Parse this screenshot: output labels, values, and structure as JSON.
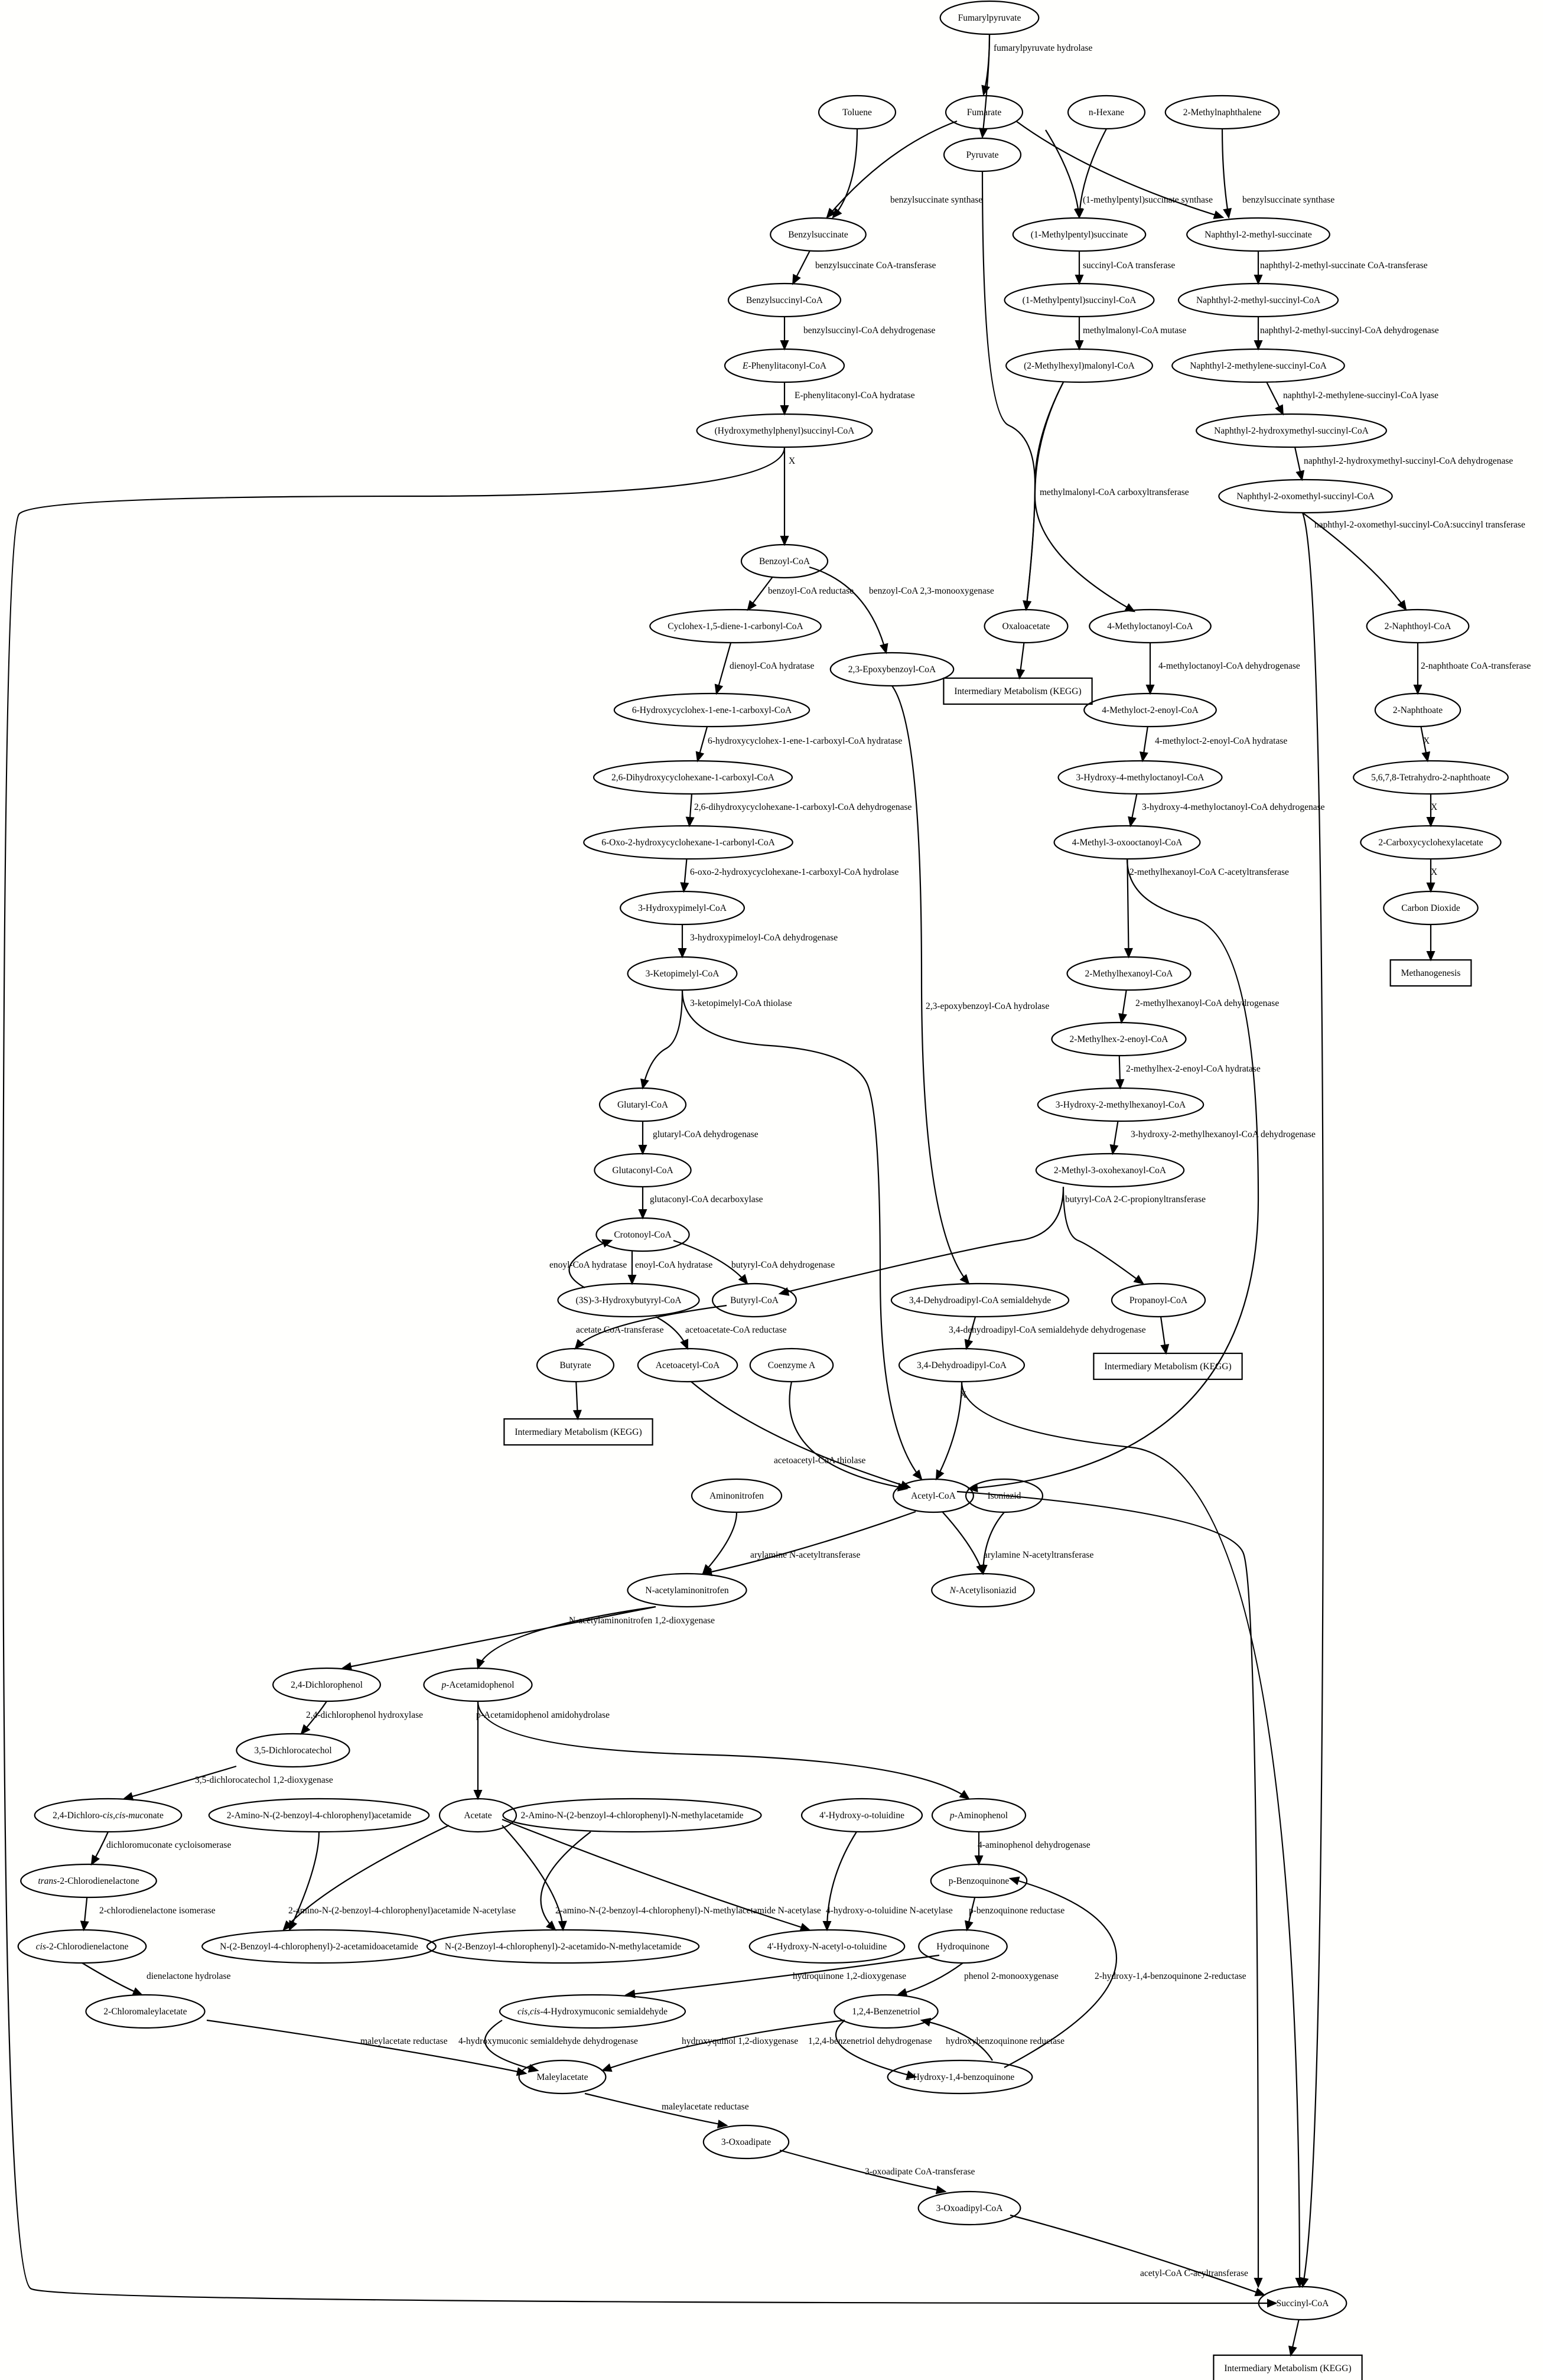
{
  "nodes": {
    "fumarylpyruvate": "Fumarylpyruvate",
    "fumarate": "Fumarate",
    "pyruvate": "Pyruvate",
    "toluene": "Toluene",
    "nhexane": "n-Hexane",
    "methylnaphthalene": "2-Methylnaphthalene",
    "benzylsuccinate": "Benzylsuccinate",
    "methylpentylsuccinate": "(1-Methylpentyl)succinate",
    "naphthylmethylsuccinate": "Naphthyl-2-methyl-succinate",
    "benzylsuccinylcoa": "Benzylsuccinyl-CoA",
    "methylpentylsuccinylcoa": "(1-Methylpentyl)succinyl-CoA",
    "naphthylmethylsuccinylcoa": "Naphthyl-2-methyl-succinyl-CoA",
    "phenylitaconylcoa": "E-Phenylitaconyl-CoA",
    "methylhexylmalonylcoa": "(2-Methylhexyl)malonyl-CoA",
    "naphthylmethylenesuccinylcoa": "Naphthyl-2-methylene-succinyl-CoA",
    "hydroxymethylphenylsuccinylcoa": "(Hydroxymethylphenyl)succinyl-CoA",
    "naphthylhydroxymethylsuccinylcoa": "Naphthyl-2-hydroxymethyl-succinyl-CoA",
    "naphthyloxomethylsuccinylcoa": "Naphthyl-2-oxomethyl-succinyl-CoA",
    "benzoylcoa": "Benzoyl-CoA",
    "cyclohexdienecoa": "Cyclohex-1,5-diene-1-carbonyl-CoA",
    "epoxybenzoylcoa": "2,3-Epoxybenzoyl-CoA",
    "oxaloacetate": "Oxaloacetate",
    "methyloctanoylcoa": "4-Methyloctanoyl-CoA",
    "naphthoylcoa": "2-Naphthoyl-CoA",
    "intermed1": "Intermediary Metabolism (KEGG)",
    "hydroxycyclohexenecoa": "6-Hydroxycyclohex-1-ene-1-carboxyl-CoA",
    "methyloctenoylcoa": "4-Methyloct-2-enoyl-CoA",
    "naphthoate": "2-Naphthoate",
    "dihydroxycyclohexanecoa": "2,6-Dihydroxycyclohexane-1-carboxyl-CoA",
    "hydroxymethyloctanoylcoa": "3-Hydroxy-4-methyloctanoyl-CoA",
    "tetrahydronaphthoate": "5,6,7,8-Tetrahydro-2-naphthoate",
    "oxohydroxycyclohexanecoa": "6-Oxo-2-hydroxycyclohexane-1-carbonyl-CoA",
    "methyloxooctanoylcoa": "4-Methyl-3-oxooctanoyl-CoA",
    "carboxycyclohexylacetate": "2-Carboxycyclohexylacetate",
    "hydroxypimelylcoa": "3-Hydroxypimelyl-CoA",
    "co2": "Carbon Dioxide",
    "ketopimelylcoa": "3-Ketopimelyl-CoA",
    "methanogenesis": "Methanogenesis",
    "methylhexanoylcoa": "2-Methylhexanoyl-CoA",
    "methylhexenoylcoa": "2-Methylhex-2-enoyl-CoA",
    "glutarylcoa": "Glutaryl-CoA",
    "hydroxymethylhexanoylcoa": "3-Hydroxy-2-methylhexanoyl-CoA",
    "glutaconylcoa": "Glutaconyl-CoA",
    "methyloxohexanoylcoa": "2-Methyl-3-oxohexanoyl-CoA",
    "crotonoylcoa": "Crotonoyl-CoA",
    "hydroxybutyrylcoa": "(3S)-3-Hydroxybutyryl-CoA",
    "butyrylcoa": "Butyryl-CoA",
    "dehydroadipylsemialdehyde": "3,4-Dehydroadipyl-CoA semialdehyde",
    "propanoylcoa": "Propanoyl-CoA",
    "butyrate": "Butyrate",
    "acetoacetylcoa": "Acetoacetyl-CoA",
    "coenzymea": "Coenzyme A",
    "dehydroadipylcoa": "3,4-Dehydroadipyl-CoA",
    "intermed3": "Intermediary Metabolism (KEGG)",
    "intermed2": "Intermediary Metabolism (KEGG)",
    "aminonitrofen": "Aminonitrofen",
    "acetylcoa": "Acetyl-CoA",
    "isoniazid": "Isoniazid",
    "acetylaminonitrofen": "N-acetylaminonitrofen",
    "acetylisoniazid": "N-Acetylisoniazid",
    "dichlorophenol": "2,4-Dichlorophenol",
    "acetamidophenol": "p-Acetamidophenol",
    "dichlorocatechol": "3,5-Dichlorocatechol",
    "dichloromuconate": "2,4-Dichloro-cis,cis-muconate",
    "aminobenzoylacetamide": "2-Amino-N-(2-benzoyl-4-chlorophenyl)acetamide",
    "acetate": "Acetate",
    "aminobenzoylmethylacetamide": "2-Amino-N-(2-benzoyl-4-chlorophenyl)-N-methylacetamide",
    "hydroxytoluidine": "4'-Hydroxy-o-toluidine",
    "aminophenol": "p-Aminophenol",
    "transchlorodienelactone": "trans-2-Chlorodienelactone",
    "benzoquinone": "p-Benzoquinone",
    "cischlorodienelactone": "cis-2-Chlorodienelactone",
    "acetamidoacetamide": "N-(2-Benzoyl-4-chlorophenyl)-2-acetamidoacetamide",
    "acetamidomethylacetamide": "N-(2-Benzoyl-4-chlorophenyl)-2-acetamido-N-methylacetamide",
    "hydroxyacetyltoluidine": "4'-Hydroxy-N-acetyl-o-toluidine",
    "hydroquinone": "Hydroquinone",
    "chloromaleylacetate": "2-Chloromaleylacetate",
    "hydroxymuconicsemialdehyde": "cis,cis-4-Hydroxymuconic semialdehyde",
    "benzenetriol": "1,2,4-Benzenetriol",
    "maleylacetate": "Maleylacetate",
    "hydroxybenzoquinone": "2-Hydroxy-1,4-benzoquinone",
    "oxoadipate": "3-Oxoadipate",
    "oxoadipylcoa": "3-Oxoadipyl-CoA",
    "succinylcoa": "Succinyl-CoA",
    "intermed4": "Intermediary Metabolism (KEGG)"
  },
  "edge_labels": {
    "fumarylpyruvate_hydrolase": "fumarylpyruvate hydrolase",
    "benzylsuccinate_synthase_1": "benzylsuccinate synthase",
    "methylpentylsuccinate_synthase": "(1-methylpentyl)succinate synthase",
    "benzylsuccinate_synthase_2": "benzylsuccinate synthase",
    "benzylsuccinate_coa_transferase": "benzylsuccinate CoA-transferase",
    "succinyl_coa_transferase": "succinyl-CoA transferase",
    "naphthylmethylsuccinate_coa_transferase": "naphthyl-2-methyl-succinate CoA-transferase",
    "benzylsuccinyl_coa_dehydrogenase": "benzylsuccinyl-CoA dehydrogenase",
    "methylmalonyl_coa_mutase": "methylmalonyl-CoA mutase",
    "naphthylmethylsuccinyl_coa_dehydrogenase": "naphthyl-2-methyl-succinyl-CoA dehydrogenase",
    "phenylitaconyl_coa_hydratase": "E-phenylitaconyl-CoA hydratase",
    "naphthylmethylenesuccinyl_coa_lyase": "naphthyl-2-methylene-succinyl-CoA lyase",
    "x_1": "X",
    "naphthylhydroxymethylsuccinyl_coa_dehydrogenase": "naphthyl-2-hydroxymethyl-succinyl-CoA dehydrogenase",
    "methylmalonyl_coa_carboxyltransferase": "methylmalonyl-CoA carboxyltransferase",
    "naphthyloxomethylsuccinyl_coa_transferase": "naphthyl-2-oxomethyl-succinyl-CoA:succinyl transferase",
    "benzoyl_coa_reductase": "benzoyl-CoA reductase",
    "benzoyl_coa_monooxygenase": "benzoyl-CoA 2,3-monooxygenase",
    "dienoyl_coa_hydratase": "dienoyl-CoA hydratase",
    "methyloctanoyl_coa_dehydrogenase": "4-methyloctanoyl-CoA dehydrogenase",
    "naphthoate_coa_transferase": "2-naphthoate CoA-transferase",
    "hydroxycyclohexene_coa_hydratase": "6-hydroxycyclohex-1-ene-1-carboxyl-CoA hydratase",
    "methyloctenoyl_coa_hydratase": "4-methyloct-2-enoyl-CoA hydratase",
    "x_2": "X",
    "dihydroxycyclohexane_coa_dehydrogenase": "2,6-dihydroxycyclohexane-1-carboxyl-CoA dehydrogenase",
    "hydroxymethyloctanoyl_coa_dehydrogenase": "3-hydroxy-4-methyloctanoyl-CoA dehydrogenase",
    "x_3": "X",
    "oxohydroxycyclohexane_coa_hydrolase": "6-oxo-2-hydroxycyclohexane-1-carboxyl-CoA hydrolase",
    "methylhexanoyl_coa_acetyltransferase": "2-methylhexanoyl-CoA C-acetyltransferase",
    "x_4": "X",
    "hydroxypimeloyl_coa_dehydrogenase": "3-hydroxypimeloyl-CoA dehydrogenase",
    "epoxybenzoyl_coa_hydrolase": "2,3-epoxybenzoyl-CoA hydrolase",
    "ketopimelyl_coa_thiolase": "3-ketopimelyl-CoA thiolase",
    "methylhexanoyl_coa_dehydrogenase": "2-methylhexanoyl-CoA dehydrogenase",
    "methylhexenoyl_coa_hydratase": "2-methylhex-2-enoyl-CoA hydratase",
    "glutaryl_coa_dehydrogenase": "glutaryl-CoA dehydrogenase",
    "hydroxymethylhexanoyl_coa_dehydrogenase": "3-hydroxy-2-methylhexanoyl-CoA dehydrogenase",
    "glutaconyl_coa_decarboxylase": "glutaconyl-CoA decarboxylase",
    "butyryl_coa_propionyltransferase": "butyryl-CoA 2-C-propionyltransferase",
    "enoyl_coa_hydratase_1": "enoyl-CoA hydratase",
    "enoyl_coa_hydratase_2": "enoyl-CoA hydratase",
    "butyryl_coa_dehydrogenase": "butyryl-CoA dehydrogenase",
    "acetate_coa_transferase": "acetate CoA-transferase",
    "acetoacetate_coa_reductase": "acetoacetate-CoA reductase",
    "dehydroadipylsemialdehyde_dehydrogenase": "3,4-dehydroadipyl-CoA semialdehyde dehydrogenase",
    "x_5": "X",
    "acetoacetyl_coa_thiolase": "acetoacetyl-CoA thiolase",
    "arylamine_acetyltransferase_1": "arylamine N-acetyltransferase",
    "arylamine_acetyltransferase_2": "arylamine N-acetyltransferase",
    "acetylaminonitrofen_dioxygenase": "N-acetylaminonitrofen 1,2-dioxygenase",
    "dichlorophenol_hydroxylase": "2,4-dichlorophenol hydroxylase",
    "acetamidophenol_amidohydrolase": "p-Acetamidophenol amidohydrolase",
    "dichlorocatechol_dioxygenase": "3,5-dichlorocatechol 1,2-dioxygenase",
    "aminophenol_dehydrogenase": "4-aminophenol dehydrogenase",
    "dichloromuconate_cycloisomerase": "dichloromuconate cycloisomerase",
    "chlorodienelactone_isomerase": "2-chlorodienelactone isomerase",
    "aminobenzoylacetamide_acetylase": "2-amino-N-(2-benzoyl-4-chlorophenyl)acetamide N-acetylase",
    "aminobenzoylmethylacetamide_acetylase": "2-amino-N-(2-benzoyl-4-chlorophenyl)-N-methylacetamide N-acetylase",
    "hydroxytoluidine_acetylase": "4-hydroxy-o-toluidine N-acetylase",
    "benzoquinone_reductase": "p-benzoquinone reductase",
    "dienelactone_hydrolase": "dienelactone hydrolase",
    "hydroquinone_dioxygenase": "hydroquinone 1,2-dioxygenase",
    "phenol_monooxygenase": "phenol 2-monooxygenase",
    "hydroxybenzoquinone_reductase": "2-hydroxy-1,4-benzoquinone 2-reductase",
    "maleylacetate_reductase_1": "maleylacetate reductase",
    "hydroxymuconic_dehydrogenase": "4-hydroxymuconic semialdehyde dehydrogenase",
    "hydroxyquinol_dioxygenase": "hydroxyquinol 1,2-dioxygenase",
    "benzenetriol_dehydrogenase": "1,2,4-benzenetriol dehydrogenase",
    "hydroxybenzoquinone_reductase_2": "hydroxybenzoquinone reductase",
    "maleylacetate_reductase_2": "maleylacetate reductase",
    "oxoadipate_coa_transferase": "3-oxoadipate CoA-transferase",
    "acetyl_coa_acyltransferase": "acetyl-CoA C-acyltransferase"
  }
}
